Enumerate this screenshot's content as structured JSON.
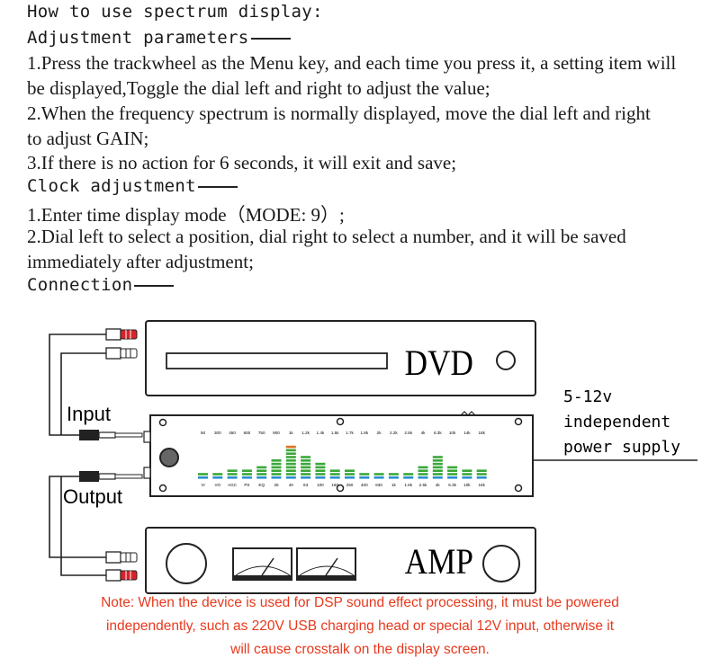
{
  "heading": "How to use spectrum display:",
  "sections": [
    {
      "title": "Adjustment parameters",
      "lines": [
        "1.Press the trackwheel as the Menu key, and each time you press it, a setting item will",
        "be displayed,Toggle the dial left and right to adjust the value;",
        "2.When the frequency spectrum is normally displayed, move the dial left and right",
        "to adjust GAIN;",
        "3.If there is no action for 6 seconds, it will exit and save;"
      ]
    },
    {
      "title": "Clock adjustment",
      "lines": [
        "1.Enter time display mode（MODE: 9）;",
        "2.Dial left to select a position, dial right to select a number, and it will be saved",
        "immediately after adjustment;"
      ]
    },
    {
      "title": "Connection",
      "lines": []
    }
  ],
  "diagram": {
    "dvd_label": "DVD",
    "amp_label": "AMP",
    "input_label": "Input",
    "output_label": "Output",
    "power": [
      "5-12v",
      "independent",
      "power supply"
    ],
    "freq_labels": [
      "50",
      "300",
      "450",
      "600",
      "750",
      "900",
      "1k",
      "1.2k",
      "1.4k",
      "1.5k",
      "1.7k",
      "1.8k",
      "2k",
      "2.2k",
      "2.5k",
      "4k",
      "6.3k",
      "10k",
      "14k",
      "18k"
    ],
    "bottom_labels": [
      "VI",
      "VO",
      "AGC",
      "PS",
      "EQ",
      "25",
      "40",
      "63",
      "100",
      "160",
      "250",
      "400",
      "630",
      "1k",
      "1.6k",
      "2.5k",
      "4k",
      "6.3k",
      "10k",
      "16k"
    ],
    "bar_levels": [
      1,
      1,
      2,
      2,
      3,
      5,
      9,
      6,
      4,
      2,
      2,
      1,
      1,
      1,
      1,
      3,
      6,
      3,
      2,
      2
    ],
    "colors": {
      "bar_green": "#3aa83a",
      "bar_blue": "#2a8fd0",
      "bar_peak": "#e07020",
      "note_red": "#e8391d"
    }
  },
  "note": [
    "Note: When the device is used for DSP sound effect processing, it must be powered",
    "independently, such as 220V USB charging head or special 12V input, otherwise it",
    "will cause crosstalk on the display screen."
  ]
}
